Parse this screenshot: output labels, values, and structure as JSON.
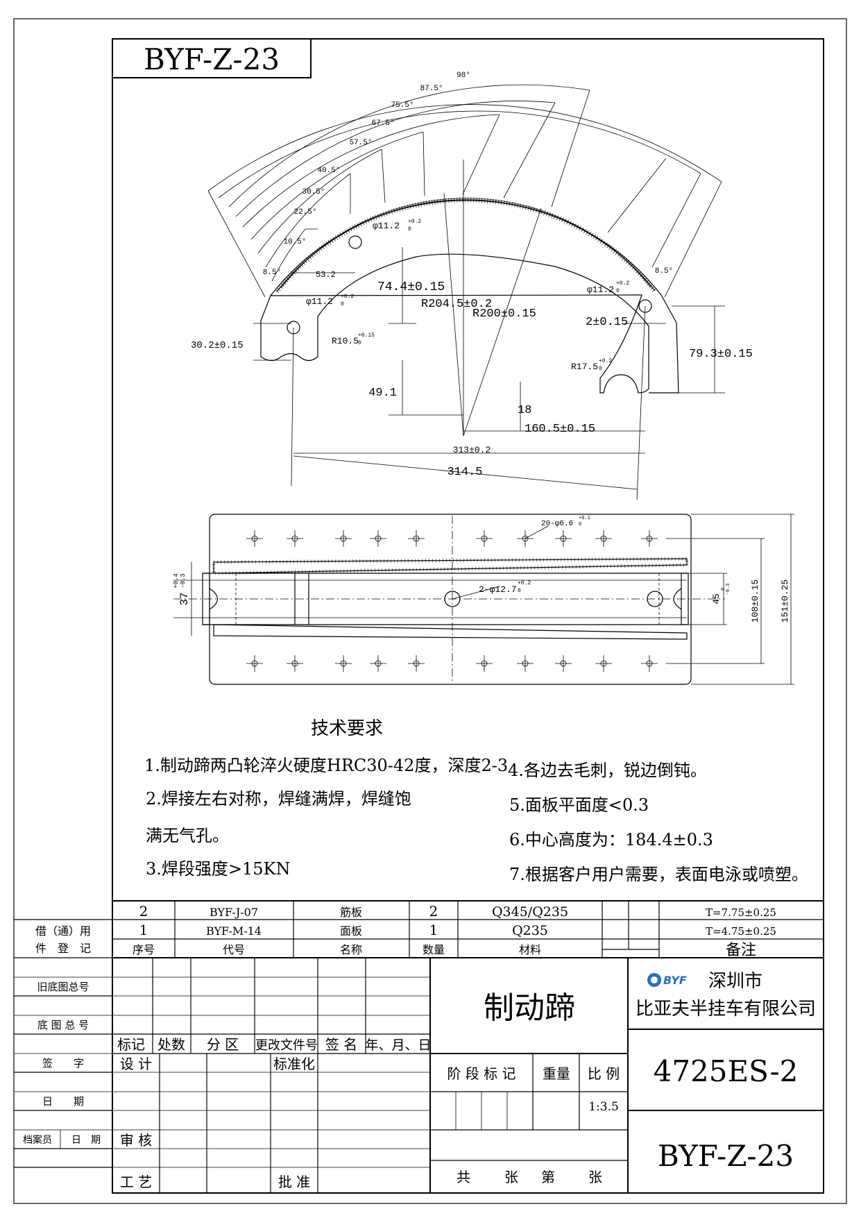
{
  "drawing_code_top": "BYF-Z-23",
  "angles": [
    "98°",
    "87.5°",
    "75.5°",
    "67.5°",
    "57.5°",
    "40.5°",
    "30.5°",
    "22.5°",
    "10.5°",
    "8.5°",
    "8.5°"
  ],
  "side_dims": {
    "hole_top": "φ11.2",
    "hole_top_tol": "+0.2",
    "hole_top_tol0": "0",
    "d53": "53.2",
    "d74": "74.4±0.15",
    "r204": "R204.5±0.2",
    "r200": "R200±0.15",
    "hole_left": "φ11.2",
    "hole_left_tol": "+0.2",
    "hole_left_tol0": "0",
    "hole_right": "φ11.2",
    "hole_right_tol": "+0.2",
    "hole_right_tol0": "0",
    "d2": "2±0.15",
    "d30": "30.2±0.15",
    "r10": "R10.5",
    "r10_tol": "+0.15",
    "r10_tol0": "0",
    "d79": "79.3±0.15",
    "r17": "R17.5",
    "r17_tol": "+0.2",
    "r17_tol0": "0",
    "d49": "49.1",
    "d18": "18",
    "d160": "160.5±0.15",
    "d313": "313±0.2",
    "d314": "314.5"
  },
  "plan_dims": {
    "holes20": "20-φ6.6",
    "holes20_tol": "+0.1",
    "holes20_tol0": "0",
    "holes2": "2-φ12.7",
    "holes2_tol": "+0.2",
    "holes2_tol0": "0",
    "d37": "37",
    "d37_tol_up": "+0.4",
    "d37_tol_dn": "-0.3",
    "d45": "45",
    "d45_tol_up": "0",
    "d45_tol_dn": "-0.3",
    "d108": "108±0.15",
    "d151": "151±0.25"
  },
  "requirements": {
    "title": "技术要求",
    "items": [
      "1.制动蹄两凸轮淬火硬度HRC30-42度，深度2-3",
      "2.焊接左右对称，焊缝满焊，焊缝饱",
      "满无气孔。",
      "3.焊段强度>15KN",
      "4.各边去毛刺，锐边倒钝。",
      "5.面板平面度<0.3",
      "6.中心高度为：184.4±0.3",
      "7.根据客户用户需要，表面电泳或喷塑。"
    ]
  },
  "bom": {
    "rows": [
      {
        "no": "2",
        "code": "BYF-J-07",
        "name": "筋板",
        "qty": "2",
        "material": "Q345/Q235",
        "remark": "T=7.75±0.25"
      },
      {
        "no": "1",
        "code": "BYF-M-14",
        "name": "面板",
        "qty": "1",
        "material": "Q235",
        "remark": "T=4.75±0.25"
      }
    ],
    "header": {
      "no": "序号",
      "code": "代号",
      "name": "名称",
      "qty": "数量",
      "material": "材料",
      "remark": "备注"
    }
  },
  "side_column": [
    "借（通）用",
    "件　登　记",
    "旧底图总号",
    "底 图 总 号",
    "签　　字",
    "日　　期",
    "档案员",
    "日　期"
  ],
  "title_block": {
    "rev_headers": [
      "标记",
      "处数",
      "分 区",
      "更改文件号",
      "签 名",
      "年、月、日"
    ],
    "design": "设 计",
    "standard": "标准化",
    "review": "审 核",
    "craft": "工 艺",
    "approve": "批 准",
    "stage": "阶 段 标 记",
    "weight": "重量",
    "scale_label": "比 例",
    "scale": "1:3.5",
    "sheet": [
      "共",
      "张",
      "第",
      "张"
    ],
    "part_name": "制动蹄",
    "logo_text": "BYF",
    "company_city": "深圳市",
    "company": "比亚夫半挂车有限公司",
    "part_no": "4725ES-2",
    "drawing_no": "BYF-Z-23"
  }
}
